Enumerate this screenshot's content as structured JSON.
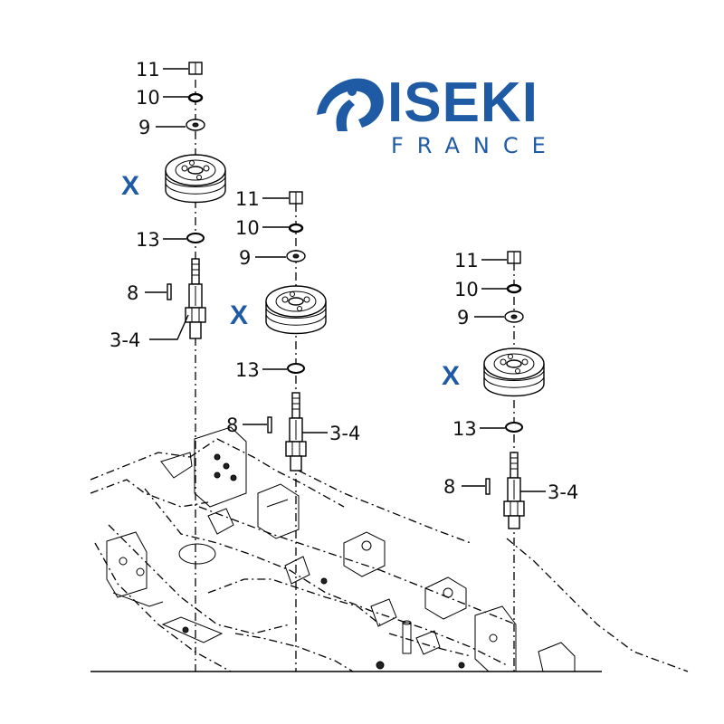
{
  "brand": {
    "name": "ISEKI",
    "subtitle": "FRANCE",
    "color": "#1f5aa5"
  },
  "highlight_label": "X",
  "assemblies": [
    {
      "name": "left",
      "labels": {
        "nut": "11",
        "lock_washer": "10",
        "washer": "9",
        "pulley": "X",
        "spacer": "13",
        "key": "8",
        "spindle": "3-4"
      }
    },
    {
      "name": "middle",
      "labels": {
        "nut": "11",
        "lock_washer": "10",
        "washer": "9",
        "pulley": "X",
        "spacer": "13",
        "key": "8",
        "spindle": "3-4"
      }
    },
    {
      "name": "right",
      "labels": {
        "nut": "11",
        "lock_washer": "10",
        "washer": "9",
        "pulley": "X",
        "spacer": "13",
        "key": "8",
        "spindle": "3-4"
      }
    }
  ]
}
